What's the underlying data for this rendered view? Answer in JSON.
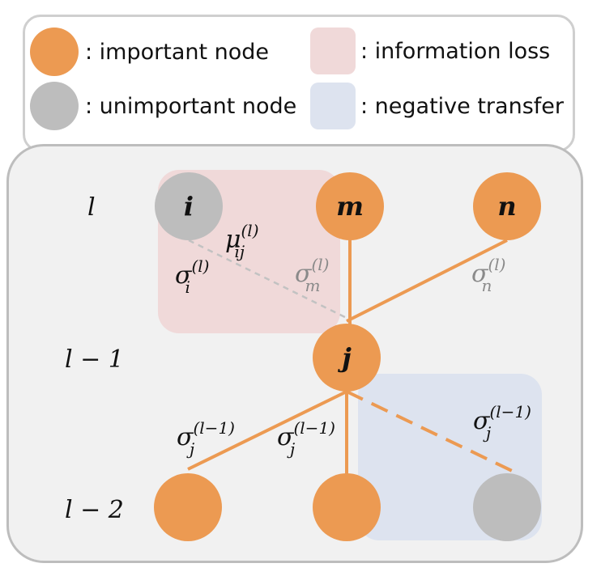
{
  "legend": {
    "important": ": important node",
    "unimportant": ": unimportant node",
    "info_loss": ": information loss",
    "neg_transfer": ": negative transfer"
  },
  "layers": {
    "top": "l",
    "mid": "l − 1",
    "bot": "l − 2"
  },
  "nodes": {
    "i": "i",
    "m": "m",
    "n": "n",
    "j": "j"
  },
  "edge_labels": {
    "mu_ij": {
      "base": "μ",
      "sub": "ij",
      "sup": "(l)"
    },
    "sigma_i": {
      "base": "σ",
      "sub": "i",
      "sup": "(l)"
    },
    "sigma_m": {
      "base": "σ",
      "sub": "m",
      "sup": "(l)"
    },
    "sigma_n": {
      "base": "σ",
      "sub": "n",
      "sup": "(l)"
    },
    "sigma_j_left": {
      "base": "σ",
      "sub": "j",
      "sup": "(l−1)"
    },
    "sigma_j_mid": {
      "base": "σ",
      "sub": "j",
      "sup": "(l−1)"
    },
    "sigma_j_right": {
      "base": "σ",
      "sub": "j",
      "sup": "(l−1)"
    }
  },
  "colors": {
    "important": "#ec9a52",
    "unimportant": "#bdbdbd",
    "info_loss": "#f0d9d9",
    "neg_transfer": "#dde3ef",
    "edge": "#ec9a52",
    "dim_edge": "#c2c2c2",
    "dim_text": "#8a8a8a"
  }
}
